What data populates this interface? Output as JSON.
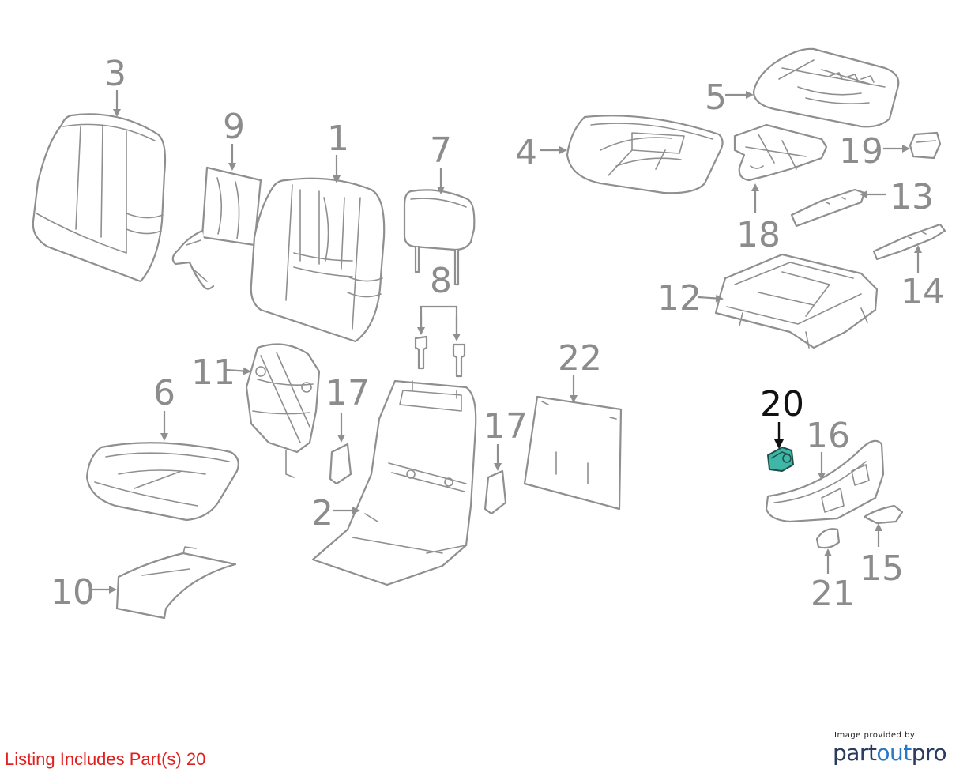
{
  "diagram": {
    "callouts": [
      {
        "id": "3",
        "label": "3"
      },
      {
        "id": "9",
        "label": "9"
      },
      {
        "id": "1",
        "label": "1"
      },
      {
        "id": "7",
        "label": "7"
      },
      {
        "id": "8",
        "label": "8"
      },
      {
        "id": "4",
        "label": "4"
      },
      {
        "id": "5",
        "label": "5"
      },
      {
        "id": "19",
        "label": "19"
      },
      {
        "id": "13",
        "label": "13"
      },
      {
        "id": "18",
        "label": "18"
      },
      {
        "id": "14",
        "label": "14"
      },
      {
        "id": "12",
        "label": "12"
      },
      {
        "id": "11",
        "label": "11"
      },
      {
        "id": "6",
        "label": "6"
      },
      {
        "id": "17a",
        "label": "17"
      },
      {
        "id": "17b",
        "label": "17"
      },
      {
        "id": "22",
        "label": "22"
      },
      {
        "id": "2",
        "label": "2"
      },
      {
        "id": "10",
        "label": "10"
      },
      {
        "id": "20",
        "label": "20"
      },
      {
        "id": "16",
        "label": "16"
      },
      {
        "id": "15",
        "label": "15"
      },
      {
        "id": "21",
        "label": "21"
      }
    ],
    "highlighted_part": "20",
    "highlight_color": "#3fb6a6"
  },
  "footer": {
    "listing_text": "Listing Includes Part(s) 20",
    "listing_color": "#e0201f",
    "credit_small": "Image provided by",
    "credit_brand_part1": "part",
    "credit_brand_part2": "out",
    "credit_brand_part3": "pro"
  }
}
